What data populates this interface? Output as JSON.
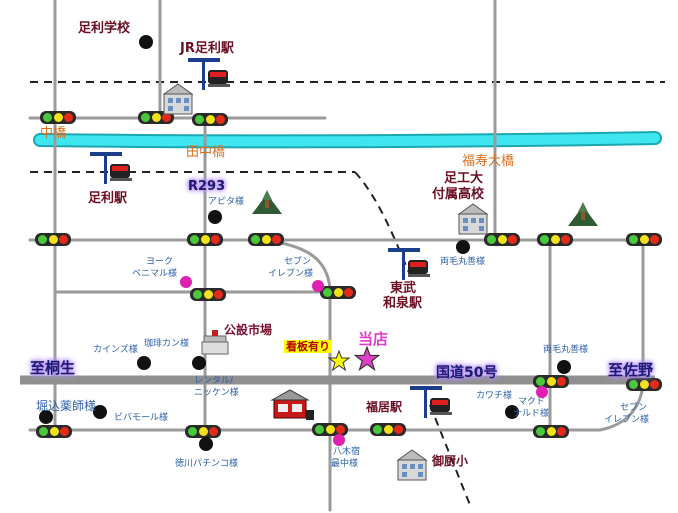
{
  "labels": {
    "ashikaga_school": "足利学校",
    "jr_ashikaga_station": "JR足利駅",
    "naka_bridge": "中橋",
    "tanaka_bridge": "田中橋",
    "fukuju_bridge": "福寿大橋",
    "ashikaga_station": "足利駅",
    "r293": "R293",
    "apita": "アピタ様",
    "ashiko_school_1": "足工大",
    "ashiko_school_2": "付属高校",
    "ryomo_marumatsu_1": "両毛丸善様",
    "seven_eleven_1": "セブン",
    "seven_eleven_2": "イレブン様",
    "tobu_station_1": "東武",
    "tobu_station_2": "和泉駅",
    "york_benimaru_1": "ヨーク",
    "york_benimaru_2": "ベニマル様",
    "market": "公設市場",
    "coffee": "珈琲カン様",
    "kainz": "カインズ様",
    "signboard": "看板有り",
    "our_shop": "当店",
    "ryomo_marumatsu_2": "両毛丸善様",
    "to_kiryu": "至桐生",
    "route50": "国道50号",
    "to_sano": "至佐野",
    "rental_1": "レンタル/",
    "rental_2": "ニッケン様",
    "horigome": "堀込薬師様",
    "vivamall": "ビバモール様",
    "fukui_station": "福居駅",
    "kawachi": "カワチ様",
    "mcdonalds_1": "マクド",
    "mcdonalds_2": "ナルド様",
    "seven_eleven_3": "セブン",
    "seven_eleven_4": "イレブン様",
    "tokugawa": "徳川パチンコ様",
    "yagijuku_1": "八木宿",
    "yagijuku_2": "最中様",
    "mikuriya": "御厨小"
  },
  "colors": {
    "river": "#3fe6f0",
    "road": "#9a9a9a",
    "route50": "#8f8f8f",
    "label_dark": "#6b0f24",
    "label_blue": "#2b5fa8",
    "bridge": "#d8701e",
    "shop_star": "#e040c8",
    "sign_star": "#ffff00"
  },
  "icons": [
    "traffic-light-icon",
    "station-icon",
    "school-building-icon",
    "castle-icon",
    "store-icon",
    "star-icon",
    "gas-station-icon"
  ]
}
